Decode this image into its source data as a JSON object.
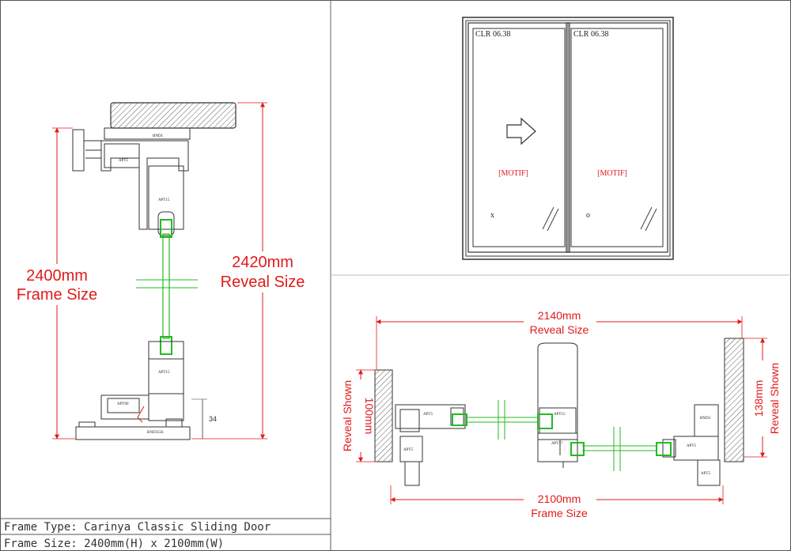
{
  "colors": {
    "dimension": "#e21a1a",
    "glazing": "#22bb22",
    "line": "#333333"
  },
  "vertical_section": {
    "frame_size_value": "2400mm",
    "frame_size_label": "Frame Size",
    "reveal_size_value": "2420mm",
    "reveal_size_label": "Reveal Size",
    "dim_34": "34",
    "profile_codes": [
      "BND1",
      "APT5",
      "APT15",
      "APT15",
      "APT60",
      "BND3556"
    ]
  },
  "elevation": {
    "left_panel_glass": "CLR 06.38",
    "right_panel_glass": "CLR 06.38",
    "left_motif": "[MOTIF]",
    "right_motif": "[MOTIF]",
    "left_panel_type": "X",
    "right_panel_type": "O",
    "slide_arrow_icon": "arrow-right-icon"
  },
  "horizontal_section": {
    "reveal_width_value": "2140mm",
    "reveal_width_label": "Reveal Size",
    "frame_width_value": "2100mm",
    "frame_width_label": "Frame Size",
    "left_reveal_value": "100mm",
    "left_reveal_label": "Reveal Shown",
    "right_reveal_value": "138mm",
    "right_reveal_label": "Reveal Shown",
    "profile_codes": [
      "APT5",
      "APT5",
      "APT15",
      "APT17",
      "BND3",
      "APT5",
      "APT5"
    ]
  },
  "title_block": {
    "frame_type": "Frame Type: Carinya Classic Sliding Door",
    "frame_size": "Frame Size: 2400mm(H) x 2100mm(W)"
  }
}
